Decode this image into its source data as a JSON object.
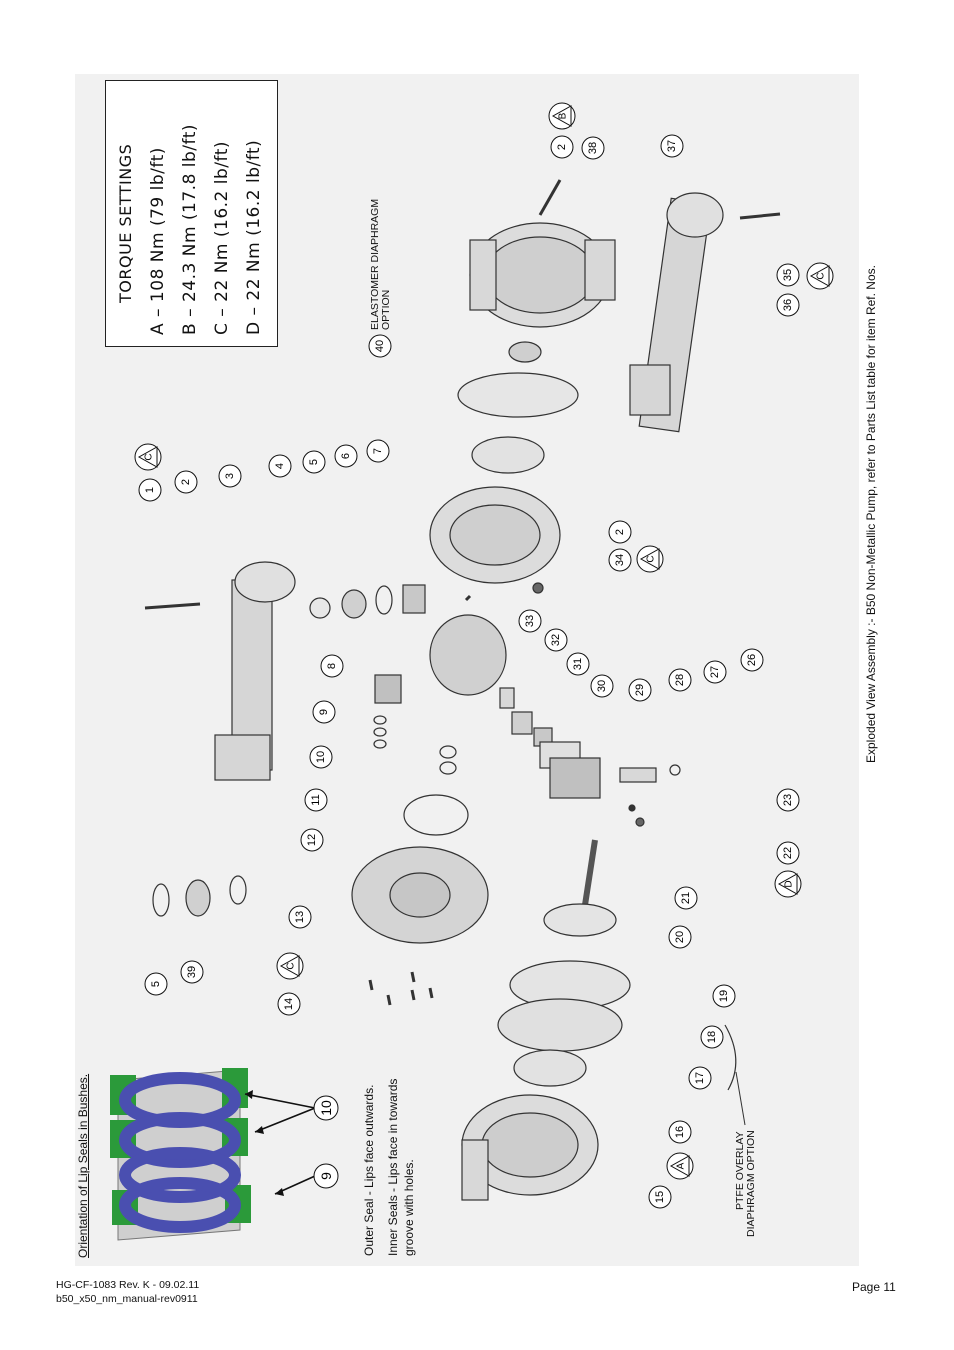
{
  "torque": {
    "title": "TORQUE SETTINGS",
    "lines": [
      "A  –  108 Nm (79 lb/ft)",
      "B  –  24.3 Nm (17.8 lb/ft)",
      "C  –  22 Nm (16.2 lb/ft)",
      "D  –  22 Nm (16.2 lb/ft)"
    ]
  },
  "labels": {
    "elastomer": [
      "ELASTOMER DIAPHRAGM",
      "OPTION"
    ],
    "ptfe": [
      "PTFE OVERLAY",
      "DIAPHRAGM OPTION"
    ]
  },
  "lip_seals": {
    "title": "Orientation of Lip Seals in Bushes.",
    "outer": "Outer Seal - Lips face outwards.",
    "inner_1": "Inner Seals - Lips face in towards",
    "inner_2": "groove with holes.",
    "callout_outer": "10",
    "callout_inner": "9"
  },
  "caption": "Exploded View Assembly :- B50 Non-Metallic Pump, refer to Parts List table for item Ref. Nos.",
  "footer": {
    "doc_ref": "HG-CF-1083 Rev. K - 09.02.11",
    "file": "b50_x50_nm_manual-rev0911",
    "page": "Page 11"
  },
  "part_numbers": [
    "1",
    "2",
    "3",
    "4",
    "5",
    "6",
    "7",
    "8",
    "9",
    "10",
    "11",
    "12",
    "13",
    "14",
    "15",
    "16",
    "17",
    "18",
    "19",
    "20",
    "21",
    "22",
    "23",
    "26",
    "27",
    "28",
    "29",
    "30",
    "31",
    "32",
    "33",
    "34",
    "2",
    "35",
    "36",
    "37",
    "2",
    "38",
    "40",
    "5",
    "39"
  ],
  "torque_markers": [
    "C",
    "B",
    "C",
    "C",
    "C",
    "D",
    "A"
  ]
}
